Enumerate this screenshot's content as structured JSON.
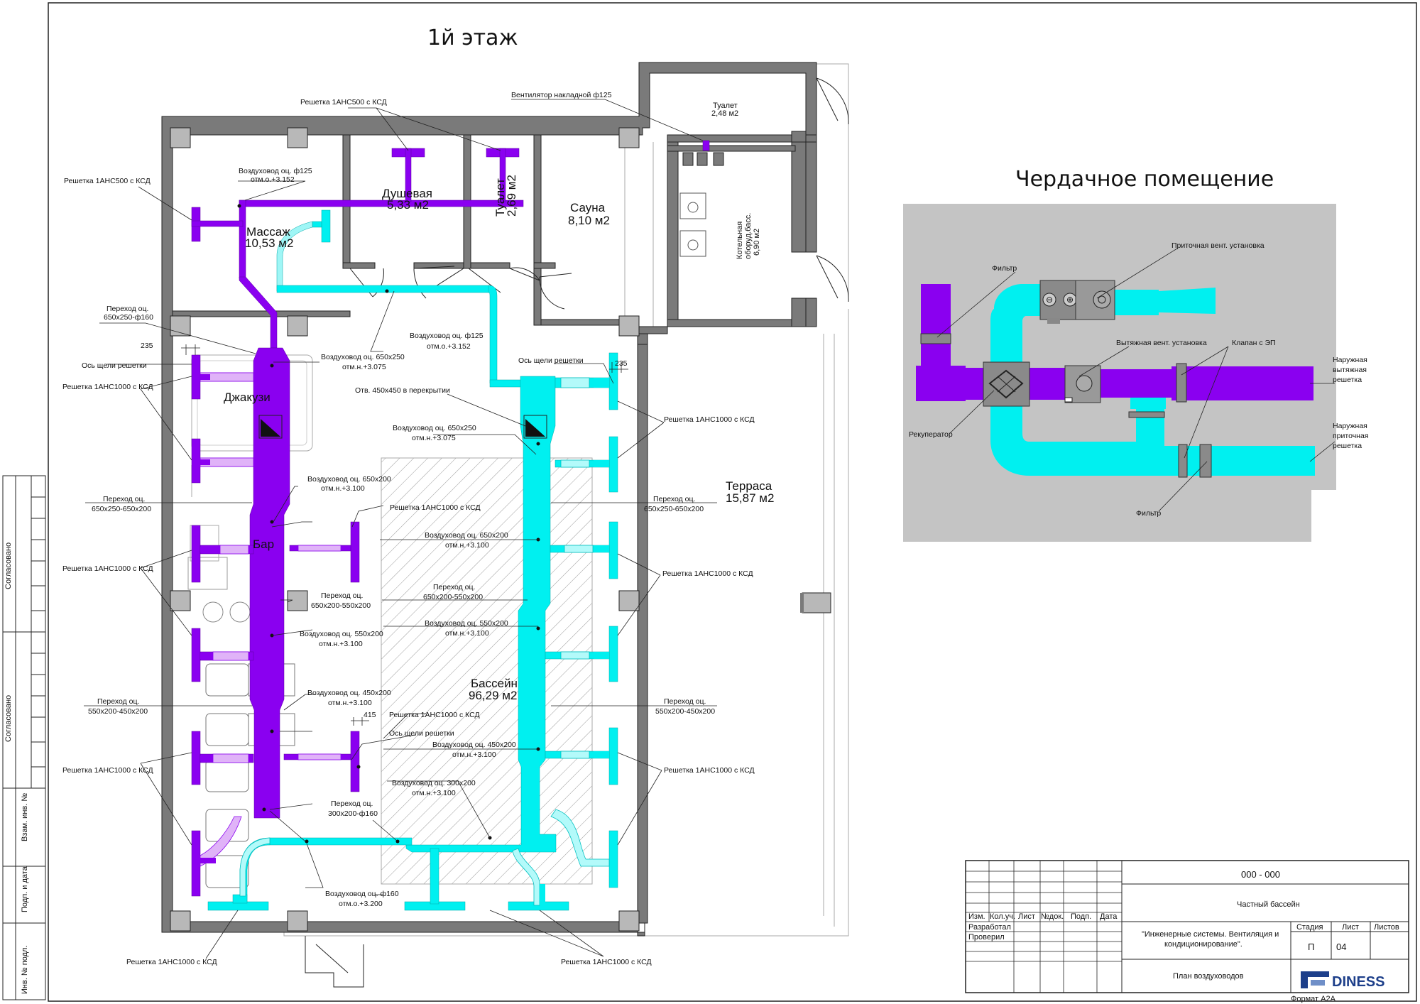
{
  "titles": {
    "floor": "1й этаж",
    "attic": "Чердачное помещение"
  },
  "rooms": {
    "toilet_top": "Туалет",
    "toilet_top_area": "2,48 м2",
    "shower": "Душевая",
    "shower_area": "5,33 м2",
    "toilet2": "Туалет",
    "toilet2_area": "2,69 м2",
    "sauna": "Сауна",
    "sauna_area": "8,10 м2",
    "boiler_1": "Котельная",
    "boiler_2": "оборуд.басс.",
    "boiler_area": "6,90 м2",
    "massage": "Массаж",
    "massage_area": "10,53 м2",
    "jacuzzi": "Джакузи",
    "bar": "Бар",
    "pool": "Бассейн",
    "pool_area": "96,29 м2",
    "terrace": "Терраса",
    "terrace_area": "15,87 м2"
  },
  "notes": {
    "grille500_top": "Решетка 1АНС500 с КСД",
    "fan": "Вентилятор накладной ф125",
    "grille500_left": "Решетка 1АНС500 с КСД",
    "duct125_top_1": "Воздуховод оц. ф125",
    "duct125_top_2": "отм.о.+3.152",
    "transition_650_160_1": "Переход оц.",
    "transition_650_160_2": "650х250-ф160",
    "dim235_left": "235",
    "slot_axis_left": "Ось щели решетки",
    "grille1000_left1": "Решетка 1АНС1000 с КСД",
    "duct125_mid_1": "Воздуховод оц. ф125",
    "duct125_mid_2": "отм.о.+3.152",
    "duct650x250_p_1": "Воздуховод оц. 650х250",
    "duct650x250_p_2": "отм.н.+3.075",
    "opening": "Отв. 450х450 в перекрытии",
    "slot_axis_right": "Ось щели решетки",
    "dim235_right": "235",
    "duct650x250_c_1": "Воздуховод оц. 650х250",
    "duct650x250_c_2": "отм.н.+3.075",
    "grille1000_right1": "Решетка 1АНС1000 с КСД",
    "duct650x200_p_1": "Воздуховод оц. 650х200",
    "duct650x200_p_2": "отм.н.+3.100",
    "grille1000_mid1": "Решетка 1АНС1000 с КСД",
    "trans_left1_1": "Переход оц.",
    "trans_left1_2": "650х250-650х200",
    "trans_right1_1": "Переход оц.",
    "trans_right1_2": "650х250-650х200",
    "duct650x200_c_1": "Воздуховод оц. 650х200",
    "duct650x200_c_2": "отм.н.+3.100",
    "grille1000_left2": "Решетка 1АНС1000 с КСД",
    "grille1000_right2": "Решетка 1АНС1000 с КСД",
    "trans_650_550_p_1": "Переход оц.",
    "trans_650_550_p_2": "650х200-550х200",
    "trans_650_550_c_1": "Переход оц.",
    "trans_650_550_c_2": "650х200-550х200",
    "duct550_p_1": "Воздуховод оц. 550х200",
    "duct550_p_2": "отм.н.+3.100",
    "duct550_c_1": "Воздуховод оц. 550х200",
    "duct550_c_2": "отм.н.+3.100",
    "duct450_p_1": "Воздуховод оц. 450х200",
    "duct450_p_2": "отм.н.+3.100",
    "trans_left2_1": "Переход оц.",
    "trans_left2_2": "550х200-450х200",
    "trans_right2_1": "Переход оц.",
    "trans_right2_2": "550х200-450х200",
    "dim415": "415",
    "grille1000_mid2": "Решетка 1АНС1000 с КСД",
    "slot_axis_mid": "Ось щели решетки",
    "duct450_c_1": "Воздуховод оц. 450х200",
    "duct450_c_2": "отм.н.+3.100",
    "grille1000_left3": "Решетка 1АНС1000 с КСД",
    "grille1000_right3": "Решетка 1АНС1000 с КСД",
    "duct300_1": "Воздуховод оц. 300х200",
    "duct300_2": "отм.н.+3.100",
    "trans_300_160_1": "Переход оц.",
    "trans_300_160_2": "300х200-ф160",
    "duct160_1": "Воздуховод оц. ф160",
    "duct160_2": "отм.о.+3.200",
    "grille1000_bottom1": "Решетка 1АНС1000 с КСД",
    "grille1000_bottom2": "Решетка 1АНС1000 с КСД"
  },
  "attic": {
    "filter_top": "Фильтр",
    "supply_unit": "Приточная вент. установка",
    "exhaust_unit": "Вытяжная вент. установка",
    "valve": "Клапан с ЭП",
    "recuperator": "Рекуператор",
    "ext_exhaust_1": "Наружная",
    "ext_exhaust_2": "вытяжная",
    "ext_exhaust_3": "решетка",
    "ext_supply_1": "Наружная",
    "ext_supply_2": "приточная",
    "ext_supply_3": "решетка",
    "filter_bottom": "Фильтр"
  },
  "side_stamp": {
    "agreed1": "Согласовано",
    "agreed2": "Согласовано",
    "inv_replace": "Взам. инв. №",
    "sign_date": "Подп. и дата",
    "inv_orig": "Инв. № подл."
  },
  "title_block": {
    "code": "000 - 000",
    "object": "Частный бассейн",
    "h_izm": "Изм.",
    "h_koluch": "Кол.уч.",
    "h_list": "Лист",
    "h_ndoc": "№док.",
    "h_podp": "Подп.",
    "h_data": "Дата",
    "developed": "Разработал",
    "checked": "Проверил",
    "system_1": "\"Инженерные системы. Вентиляция и",
    "system_2": "кондиционирование\".",
    "stage_h": "Стадия",
    "sheet_h": "Лист",
    "sheets_h": "Листов",
    "stage": "П",
    "sheet": "04",
    "sheet_title": "План воздуховодов",
    "company": "DINESS",
    "format": "Формат А2А"
  },
  "colors": {
    "supply_duct": "#00f0f0",
    "exhaust_duct": "#8a00f0",
    "wall": "#7a7a7a",
    "column": "#b8b8b8",
    "attic_bg": "#c4c4c4",
    "hatch": "#9a9a9a"
  }
}
